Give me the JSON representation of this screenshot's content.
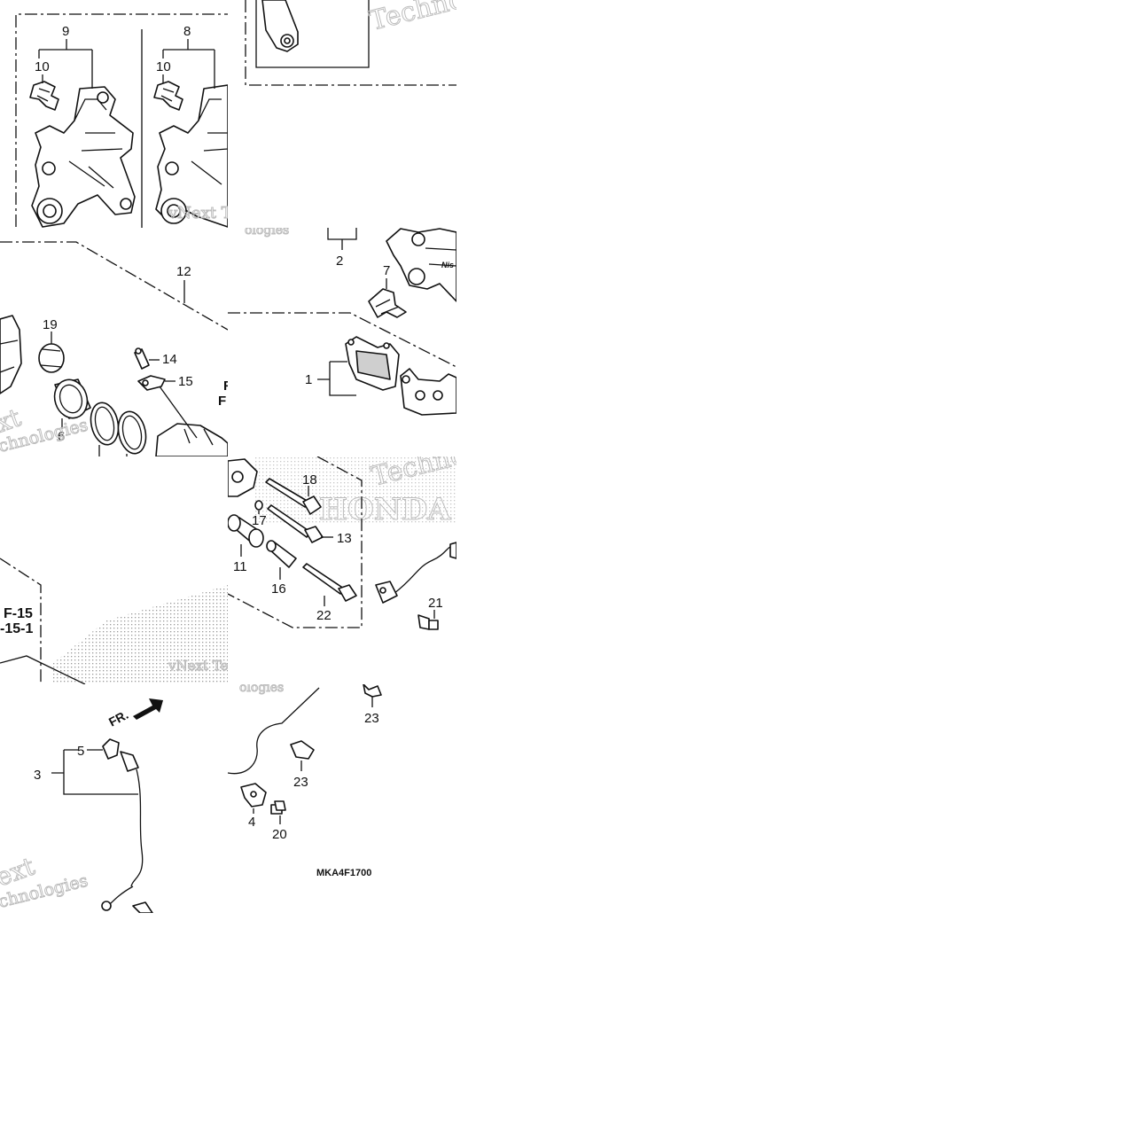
{
  "callouts": {
    "c1": "1",
    "c2": "2",
    "c3": "3",
    "c4": "4",
    "c5": "5",
    "c6": "6",
    "c7": "7",
    "c8": "8",
    "c9": "9",
    "c10a": "10",
    "c10b": "10",
    "c11": "11",
    "c12": "12",
    "c13": "13",
    "c14": "14",
    "c15": "15",
    "c16": "16",
    "c17": "17",
    "c18": "18",
    "c19": "19",
    "c20": "20",
    "c21": "21",
    "c22": "22",
    "c23a": "23",
    "c23b": "23"
  },
  "references": {
    "ref_line1": "F-15",
    "ref_line2": "-15-1",
    "ref_cut_1": "F",
    "ref_cut_2": "F"
  },
  "front_arrow_label": "FR.",
  "diagram_code": "MKA4F1700",
  "watermarks": {
    "w1": "Techno",
    "w2": "vNext Tec",
    "w3": "ologies",
    "w4": "xt",
    "w5": "chnologies",
    "w6": "Techno",
    "w7": "vNext Te",
    "w8": "ologies",
    "w9": "ext",
    "w10": "chnologies",
    "w11": "HONDA"
  },
  "colors": {
    "line": "#111111",
    "watermark": "#bdbdbd",
    "background": "#ffffff"
  }
}
